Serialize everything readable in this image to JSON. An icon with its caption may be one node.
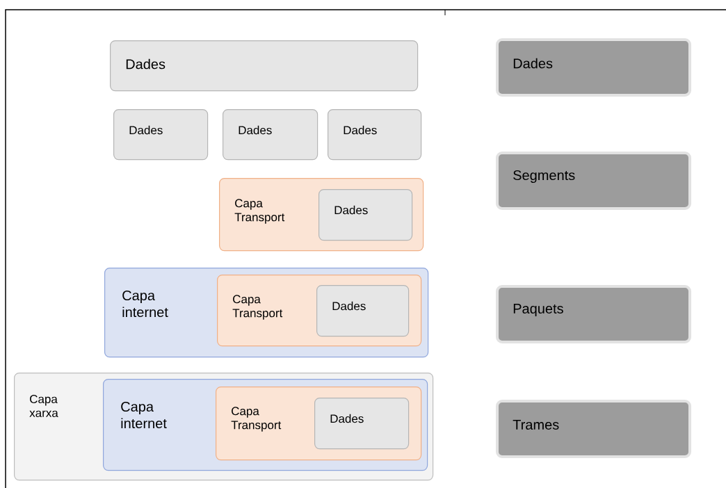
{
  "diagram": {
    "nodes": [
      {
        "text": [
          "Dades"
        ]
      },
      {
        "text": [
          "Dades"
        ]
      },
      {
        "text": [
          "Dades"
        ]
      },
      {
        "text": [
          "Dades"
        ]
      },
      {
        "text": [
          "Dades"
        ]
      },
      {
        "text": [
          "Segments"
        ]
      },
      {
        "text": [
          "Capa Transport"
        ]
      },
      {
        "text": [
          "Dades"
        ],
        "in": 6
      },
      {
        "text": [
          "Capa internet"
        ]
      },
      {
        "text": [
          "Capa Transport"
        ],
        "in": 8
      },
      {
        "text": [
          "Dades"
        ],
        "in": 9
      },
      {
        "text": [
          "Paquets"
        ]
      },
      {
        "text": [
          "Capa xarxa"
        ]
      },
      {
        "text": [
          "Capa internet"
        ],
        "in": 12
      },
      {
        "text": [
          "Capa Transport"
        ],
        "in": 13
      },
      {
        "text": [
          "Dades"
        ],
        "in": 14
      },
      {
        "text": [
          "Trames"
        ]
      }
    ]
  }
}
